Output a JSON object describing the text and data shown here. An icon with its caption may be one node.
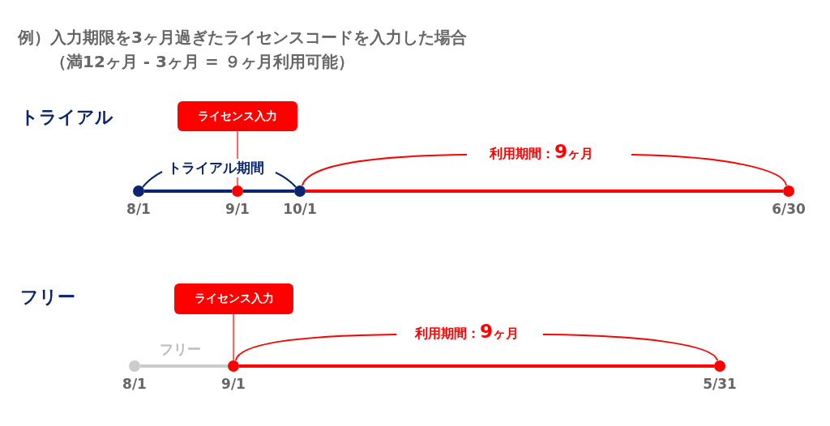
{
  "diagram": {
    "title": "例）入力期限を3ヶ月過ぎたライセンスコードを入力した場合",
    "nodes": [
      {
        "text": [
          "ライセンス入力"
        ]
      },
      {
        "text": [],
        "shape": "circle",
        "beside": [
          "8/1"
        ]
      },
      {
        "text": [],
        "shape": "circle",
        "beside": [
          "9/1"
        ]
      },
      {
        "text": [],
        "shape": "circle",
        "beside": [
          "10/1"
        ]
      },
      {
        "text": [],
        "shape": "circle",
        "beside": [
          "6/30"
        ]
      },
      {
        "text": [
          "ライセンス入力"
        ]
      },
      {
        "text": [],
        "shape": "circle",
        "beside": [
          "8/1"
        ]
      },
      {
        "text": [],
        "shape": "circle",
        "beside": [
          "9/1"
        ]
      },
      {
        "text": [],
        "shape": "circle",
        "beside": [
          "5/31"
        ]
      }
    ],
    "edges": [
      {
        "from": 0,
        "to": 2,
        "arrow": "none"
      },
      {
        "from": 1,
        "to": 2,
        "arrow": "none",
        "color": "#0a2472"
      },
      {
        "from": 2,
        "to": 3,
        "arrow": "none",
        "color": "#0a2472"
      },
      {
        "from": 3,
        "to": 4,
        "arrow": "none"
      },
      {
        "from": 5,
        "to": 7,
        "arrow": "none"
      },
      {
        "from": 6,
        "to": 7,
        "arrow": "none",
        "color": "#cccccc"
      },
      {
        "from": 7,
        "to": 8,
        "arrow": "none"
      }
    ],
    "labels": [
      "（満12ヶ月 - 3ヶ月 = ９ヶ月利用可能）",
      "トライアル",
      "トライアル期間",
      "利用期間：**9**ヶ月",
      "フリー",
      "フリー",
      "利用期間：**9**ヶ月"
    ]
  }
}
